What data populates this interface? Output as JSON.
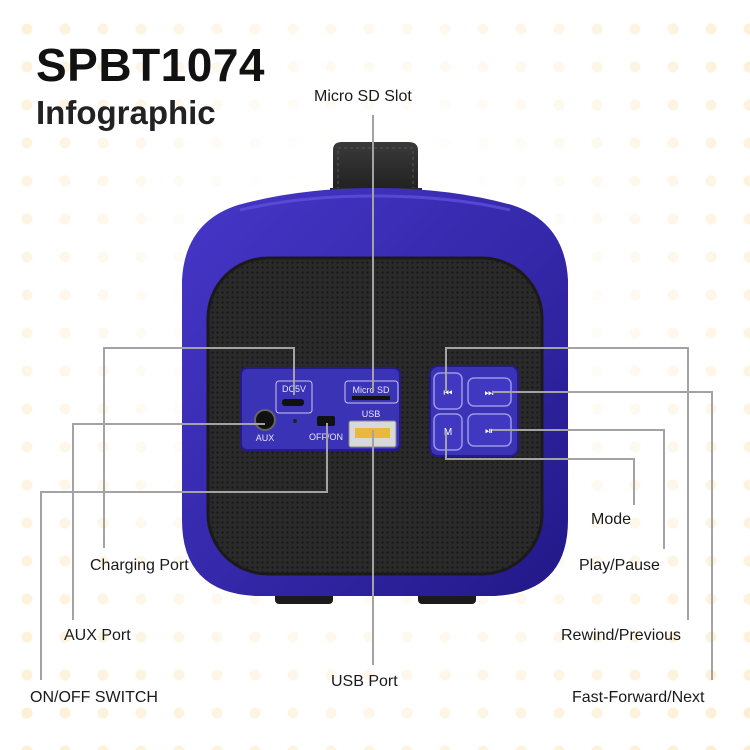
{
  "header": {
    "title": "SPBT1074",
    "subtitle": "Infographic"
  },
  "device_labels": {
    "dc5v": "DC5V",
    "micro_sd": "Micro SD",
    "usb": "USB",
    "aux": "AUX",
    "on_off": "OFF/ON",
    "mode_btn": "M"
  },
  "callouts": {
    "micro_sd_slot": "Micro SD Slot",
    "charging_port": "Charging Port",
    "aux_port": "AUX Port",
    "on_off_switch": "ON/OFF SWITCH",
    "usb_port": "USB Port",
    "mode": "Mode",
    "play_pause": "Play/Pause",
    "rewind_previous": "Rewind/Previous",
    "fast_forward_next": "Fast-Forward/Next"
  },
  "colors": {
    "body": "#3a2fb0",
    "body_dark": "#231a86",
    "grille": "#2b2b2b",
    "panel": "#3d34b8",
    "line": "#9a9a9a",
    "dots": "#f6c45c"
  }
}
